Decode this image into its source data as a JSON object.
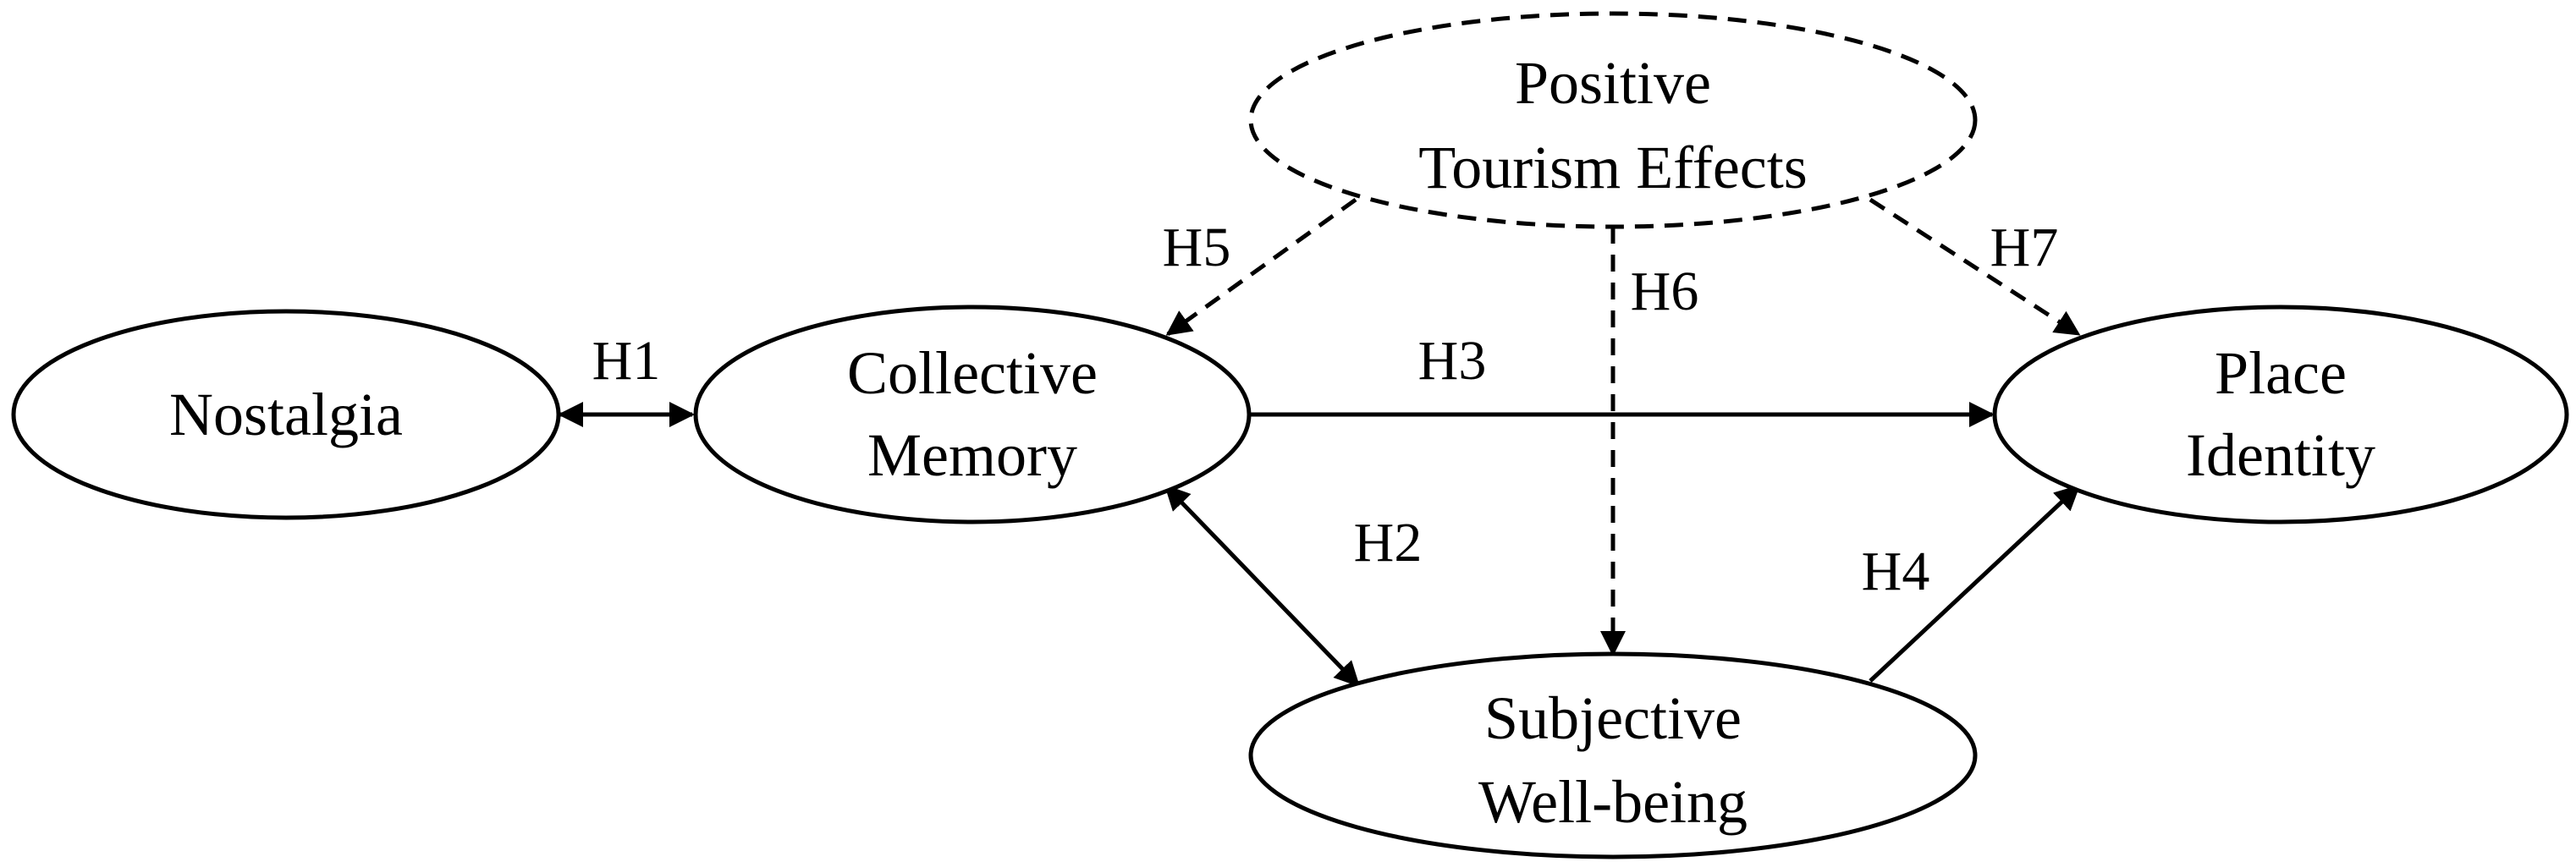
{
  "diagram": {
    "nodes": {
      "nostalgia": {
        "lines": [
          "Nostalgia"
        ],
        "style": "solid"
      },
      "collective_memory": {
        "lines": [
          "Collective",
          "Memory"
        ],
        "style": "solid"
      },
      "positive_tourism_effects": {
        "lines": [
          "Positive",
          "Tourism Effects"
        ],
        "style": "dashed"
      },
      "place_identity": {
        "lines": [
          "Place",
          "Identity"
        ],
        "style": "solid"
      },
      "subjective_wellbeing": {
        "lines": [
          "Subjective",
          "Well-being"
        ],
        "style": "solid"
      }
    },
    "edges": {
      "h1": {
        "label": "H1",
        "from": "nostalgia",
        "to": "collective_memory",
        "direction": "both",
        "style": "solid"
      },
      "h2": {
        "label": "H2",
        "from": "collective_memory",
        "to": "subjective_wellbeing",
        "direction": "both",
        "style": "solid"
      },
      "h3": {
        "label": "H3",
        "from": "collective_memory",
        "to": "place_identity",
        "direction": "forward",
        "style": "solid"
      },
      "h4": {
        "label": "H4",
        "from": "subjective_wellbeing",
        "to": "place_identity",
        "direction": "forward",
        "style": "solid"
      },
      "h5": {
        "label": "H5",
        "from": "positive_tourism_effects",
        "to": "collective_memory",
        "direction": "forward",
        "style": "dashed"
      },
      "h6": {
        "label": "H6",
        "from": "positive_tourism_effects",
        "to": "subjective_wellbeing",
        "direction": "forward",
        "style": "dashed"
      },
      "h7": {
        "label": "H7",
        "from": "positive_tourism_effects",
        "to": "place_identity",
        "direction": "forward",
        "style": "dashed"
      }
    },
    "colors": {
      "stroke": "#000000",
      "fill": "#ffffff",
      "text": "#000000"
    }
  }
}
